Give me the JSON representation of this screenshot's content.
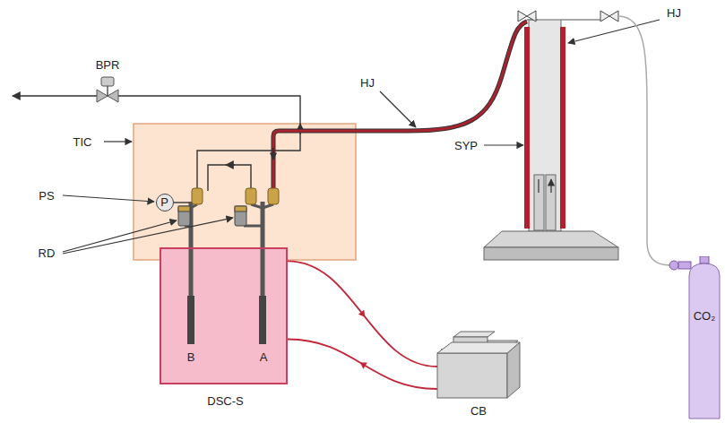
{
  "diagram": {
    "nodes": [
      {
        "text": [
          "P"
        ]
      },
      {
        "text": [
          "DSC-S"
        ]
      },
      {
        "text": [
          "CB"
        ]
      },
      {
        "text": [
          "CO₂"
        ]
      }
    ],
    "edges": [
      {
        "from": 1,
        "to": 2,
        "arrow": "to"
      },
      {
        "from": 2,
        "to": 1,
        "arrow": "to"
      }
    ],
    "labels": [
      "BPR",
      "TIC",
      "PS",
      "RD",
      "HJ",
      "HJ",
      "SYP",
      "B",
      "A"
    ]
  }
}
